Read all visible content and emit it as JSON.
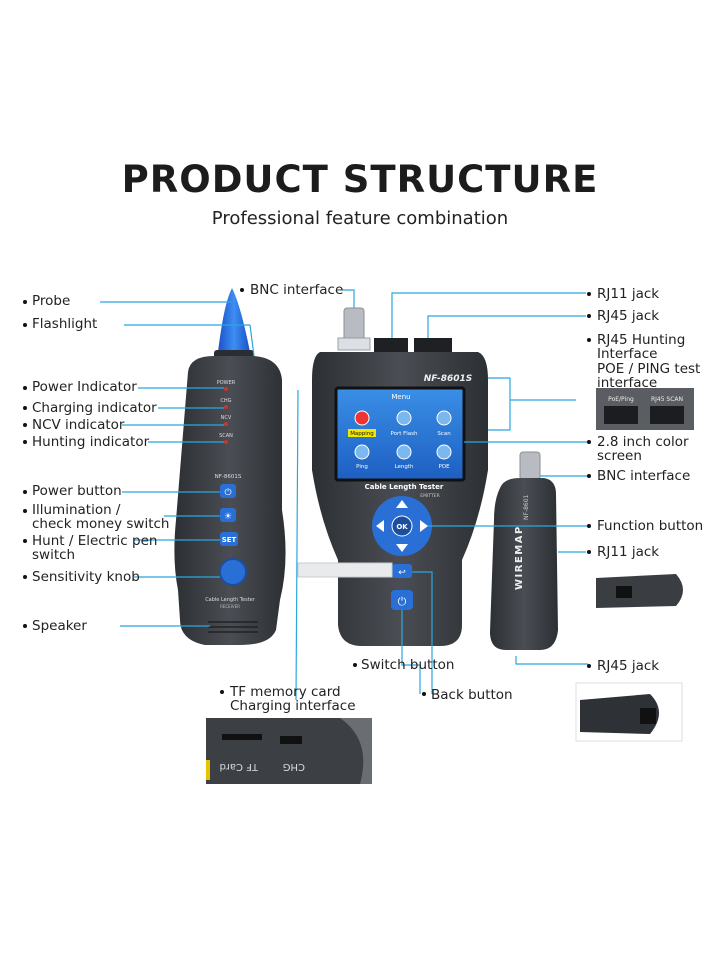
{
  "header": {
    "title": "PRODUCT STRUCTURE",
    "subtitle": "Professional feature combination"
  },
  "colors": {
    "accent_blue": "#2a6fd6",
    "leader_line": "#29a8e0",
    "body_dark": "#3a3d42"
  },
  "left_callouts": [
    "Probe",
    "Flashlight",
    "Power Indicator",
    "Charging indicator",
    "NCV indicator",
    "Hunting indicator",
    "Power button",
    "Illumination /",
    "check money switch",
    "Hunt / Electric pen",
    "switch",
    "Sensitivity knob",
    "Speaker"
  ],
  "right_callouts": [
    "RJ11 jack",
    "RJ45 jack",
    "RJ45 Hunting",
    "Interface",
    "POE / PING test",
    "interface",
    "2.8 inch color",
    "screen",
    "BNC interface",
    "Function button",
    "RJ11 jack",
    "RJ45 jack"
  ],
  "center_callouts": {
    "bnc_top": "BNC interface",
    "switch_button": "Switch button",
    "back_button": "Back button",
    "tf_card_line1": "TF memory card",
    "tf_card_line2": "Charging interface"
  },
  "receiver": {
    "indicators": [
      "POWER",
      "CHG",
      "NCV",
      "SCAN"
    ],
    "model": "NF-8601S",
    "set_label": "SET",
    "footer_label": "Cable Length Tester",
    "footer_sub": "RECEIVER"
  },
  "main_unit": {
    "model": "NF-8601S",
    "menu_title": "Menu",
    "menu_items": [
      "Mapping",
      "Port Flash",
      "Scan",
      "Ping",
      "Length",
      "POE"
    ],
    "device_label": "Cable Length Tester",
    "device_sub": "EMITTER",
    "ok_label": "OK"
  },
  "wiremap": {
    "model": "NF-8601",
    "label": "WIREMAP"
  },
  "inset_ports": {
    "left": "PoE/Ping",
    "right": "RJ45 SCAN"
  },
  "inset_card": {
    "tf": "TF Card",
    "chg": "CHG"
  }
}
